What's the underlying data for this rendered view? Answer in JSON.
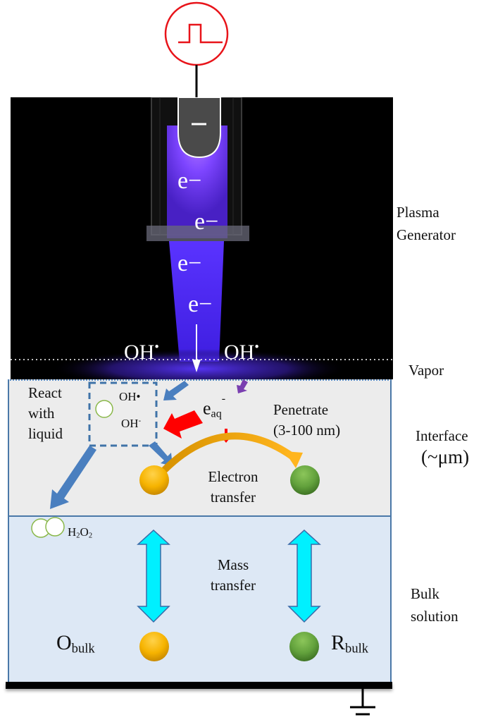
{
  "figure": {
    "power_source": {
      "icon": "pulse-generator-icon",
      "color": "#e8141a"
    },
    "electrode": {
      "sign": "−"
    },
    "photo_labels": {
      "electrons": [
        "e−",
        "e−",
        "e−",
        "e−"
      ],
      "radical_left": "OH",
      "radical_right": "OH",
      "radical_dot": "•"
    },
    "regions": {
      "plasma": "Plasma Generator",
      "plasma_line1": "Plasma",
      "plasma_line2": "Generator",
      "vapor": "Vapor",
      "interface_line1": "Interface",
      "interface_line2": "(~μm)",
      "bulk_line1": "Bulk",
      "bulk_line2": "solution"
    },
    "interface": {
      "react_line1": "React",
      "react_line2": "with",
      "react_line3": "liquid",
      "oh_radical": "OH•",
      "oh_ion": "OH",
      "oh_ion_charge": "-",
      "eaq_base": "e",
      "eaq_sub": "aq",
      "eaq_sup": "-",
      "penetrate_line1": "Penetrate",
      "penetrate_line2": "(3-100 nm)",
      "electron_transfer_line1": "Electron",
      "electron_transfer_line2": "transfer"
    },
    "bulk": {
      "h2o2_h": "H",
      "h2o2_sub1": "2",
      "h2o2_o": "O",
      "h2o2_sub2": "2",
      "mass_transfer_line1": "Mass",
      "mass_transfer_line2": "transfer",
      "o_bulk_base": "O",
      "o_bulk_sub": "bulk",
      "r_bulk_base": "R",
      "r_bulk_sub": "bulk"
    },
    "colors": {
      "plasma_glow": "#6a3cff",
      "interface_bg": "#ececec",
      "bulk_bg": "#dde8f5",
      "border_blue": "#4a78a8",
      "arrow_blue": "#4a7fbf",
      "arrow_red": "#ff0000",
      "arrow_purple": "#7a3fb0",
      "arrow_orange": "#f6a800",
      "mass_arrow": "#00f0ff",
      "oxidized_sphere": "#f5b400",
      "reduced_sphere": "#5a9a3a"
    }
  }
}
